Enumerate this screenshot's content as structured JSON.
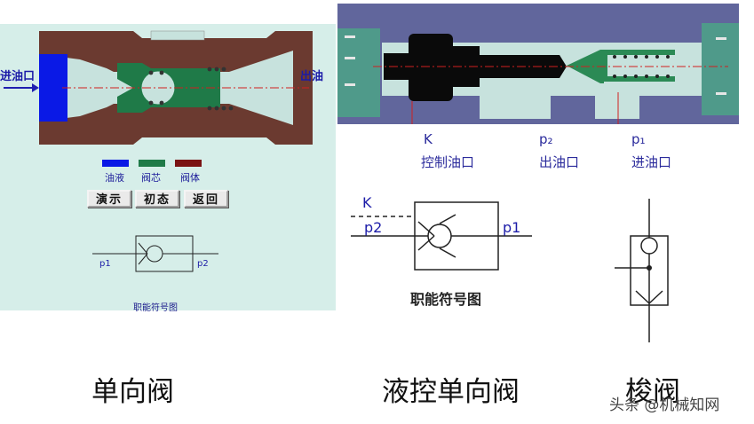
{
  "check_valve": {
    "inlet_label": "进油口",
    "outlet_label": "出油",
    "legend": [
      {
        "label": "油液",
        "color": "#0a19e6"
      },
      {
        "label": "阀芯",
        "color": "#1f7a48"
      },
      {
        "label": "阀体",
        "color": "#7a1414"
      }
    ],
    "buttons": {
      "demo": "演示",
      "initial": "初态",
      "back": "返回"
    },
    "symbol": {
      "port_left": "p1",
      "port_right": "p2",
      "caption": "职能符号图"
    }
  },
  "pilot_check_valve": {
    "ports": [
      {
        "letter": "K",
        "name": "控制油口"
      },
      {
        "letter": "p₂",
        "name": "出油口"
      },
      {
        "letter": "p₁",
        "name": "进油口"
      }
    ],
    "symbol": {
      "control": "K",
      "port_left": "p2",
      "port_right": "p1",
      "caption": "职能符号图"
    }
  },
  "captions": {
    "check_valve": "单向阀",
    "pilot_check_valve": "液控单向阀",
    "shuttle_valve": "梭阀"
  },
  "watermark": "头条 @机械知网",
  "colors": {
    "panel_bg": "#d6eee9",
    "valve_body": "#6b3a30",
    "spool": "#1f7a48",
    "fluid": "#0a19e6",
    "pilot_bg": "#61669c"
  }
}
